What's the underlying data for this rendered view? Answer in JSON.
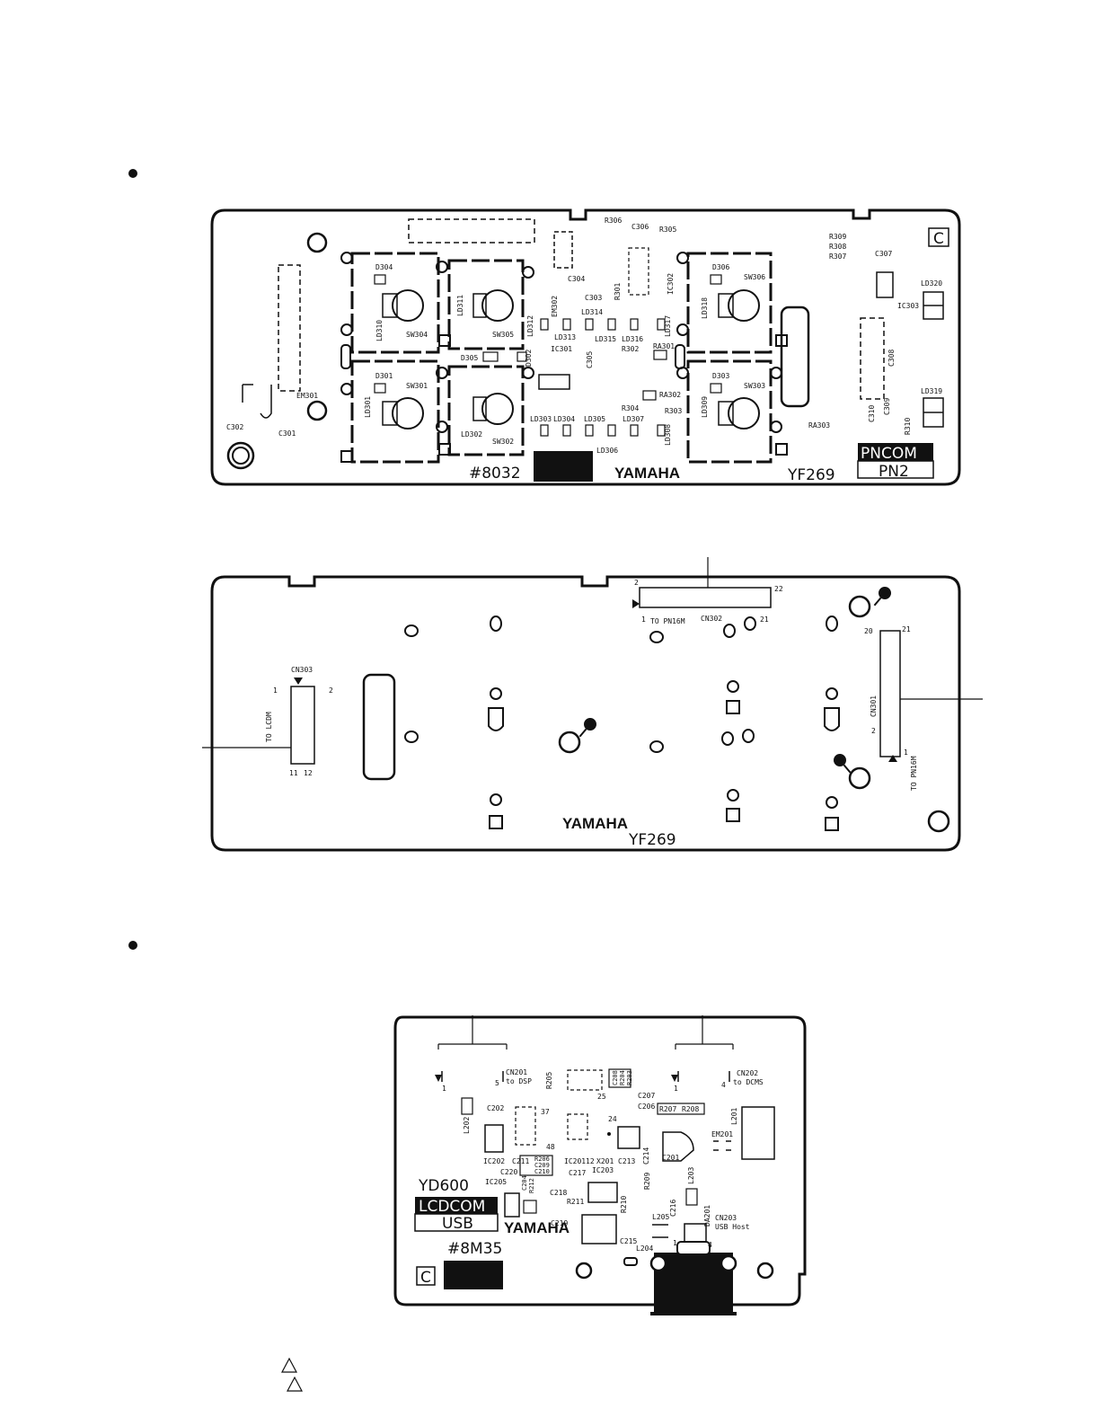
{
  "top_board": {
    "mark": "#8032",
    "brand": "YAMAHA",
    "model": "YF269",
    "name_box": "PNCOM",
    "sub_box": "PN2",
    "corner_letter": "C",
    "components": {
      "D304": "D304",
      "LD310": "LD310",
      "SW304": "SW304",
      "LD311": "LD311",
      "SW305": "SW305",
      "D301": "D301",
      "LD301": "LD301",
      "SW301": "SW301",
      "LD302": "LD302",
      "SW302": "SW302",
      "D305": "D305",
      "D302": "D302",
      "R306": "R306",
      "C306": "C306",
      "R305": "R305",
      "C304": "C304",
      "C303": "C303",
      "R301": "R301",
      "IC302": "IC302",
      "EM302": "EM302",
      "LD312": "LD312",
      "LD314": "LD314",
      "LD313": "LD313",
      "LD315": "LD315",
      "LD316": "LD316",
      "LD317": "LD317",
      "IC301": "IC301",
      "R302": "R302",
      "RA301": "RA301",
      "C305": "C305",
      "RA302": "RA302",
      "R304": "R304",
      "R303": "R303",
      "LD303": "LD303",
      "LD304": "LD304",
      "LD305": "LD305",
      "LD307": "LD307",
      "LD308": "LD308",
      "LD306": "LD306",
      "D306": "D306",
      "SW306": "SW306",
      "LD318": "LD318",
      "D303": "D303",
      "SW303": "SW303",
      "LD309": "LD309",
      "R309": "R309",
      "R308": "R308",
      "R307": "R307",
      "C307": "C307",
      "IC303": "IC303",
      "LD320": "LD320",
      "C308": "C308",
      "LD319": "LD319",
      "C310": "C310",
      "C309": "C309",
      "R310": "R310",
      "RA303": "RA303",
      "EM301": "EM301",
      "C302": "C302",
      "C301": "C301"
    }
  },
  "middle_board": {
    "brand": "YAMAHA",
    "model": "YF269",
    "cn302": {
      "ref": "CN302",
      "to": "TO PN16M",
      "pin_tl": "2",
      "pin_tr": "22",
      "pin_bl": "1",
      "pin_br": "21"
    },
    "cn303": {
      "ref": "CN303",
      "to": "TO LCDM",
      "pin_tl": "1",
      "pin_tr": "2",
      "pin_bl": "11",
      "pin_br": "12"
    },
    "cn301": {
      "ref": "CN301",
      "to": "TO PN16M",
      "pin_tl": "20",
      "pin_tr": "21",
      "pin_bl": "2",
      "pin_br": "1"
    }
  },
  "bottom_board": {
    "model": "YD600",
    "name_box": "LCDCOM",
    "sub_box": "USB",
    "mark": "#8M35",
    "brand": "YAMAHA",
    "corner_letter": "C",
    "cn201": {
      "ref": "CN201",
      "to": "to DSP",
      "pin_a": "5",
      "pin_b": "1"
    },
    "cn202": {
      "ref": "CN202",
      "to": "to DCMS",
      "pin_a": "1",
      "pin_b": "4"
    },
    "cn203": {
      "ref": "CN203",
      "to": "USB Host"
    },
    "components": {
      "R205": "R205",
      "C208": "C208",
      "R204": "R204",
      "R203": "R203",
      "p25": "25",
      "C207": "C207",
      "C206": "C206",
      "R207": "R207",
      "R208": "R208",
      "L201": "L201",
      "EM201": "EM201",
      "L202": "L202",
      "C202": "C202",
      "p37": "37",
      "p24": "24",
      "IC202": "IC202",
      "C211": "C211",
      "p48": "48",
      "R206": "R206",
      "C209": "C209",
      "C210": "C210",
      "IC201": "IC201",
      "p12": "12",
      "X201": "X201",
      "C213": "C213",
      "C214": "C214",
      "C201": "C201",
      "C220": "C220",
      "IC205": "IC205",
      "C204": "C204",
      "R212": "R212",
      "C217": "C217",
      "IC203": "IC203",
      "R209": "R209",
      "L203": "L203",
      "C218": "C218",
      "R211": "R211",
      "R210": "R210",
      "C216": "C216",
      "L205": "L205",
      "DA201": "DA201",
      "C219": "C219",
      "C215": "C215",
      "L204": "L204",
      "p1": "1",
      "p4": "4"
    }
  }
}
